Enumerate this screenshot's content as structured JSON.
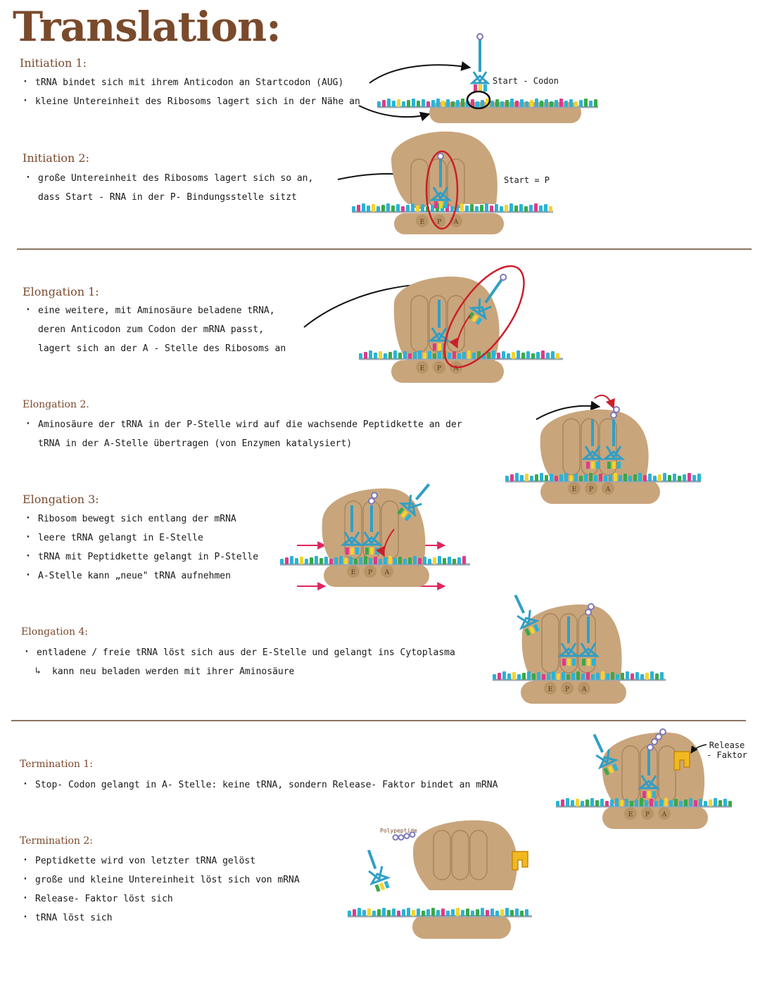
{
  "title": "Translation:",
  "sections": {
    "init1": {
      "heading": "Initiation 1:",
      "items": [
        "tRNA bindet sich mit ihrem Anticodon an Startcodon (AUG)",
        "kleine Untereinheit des Ribosoms lagert sich in der Nähe an"
      ]
    },
    "init2": {
      "heading": "Initiation 2:",
      "items": [
        "große Untereinheit des Ribosoms lagert sich so an,",
        "dass Start - RNA in der P- Bindungsstelle sitzt"
      ]
    },
    "elong1": {
      "heading": "Elongation 1:",
      "items": [
        "eine weitere, mit Aminosäure beladene tRNA,",
        "deren Anticodon zum Codon der mRNA passt,",
        "lagert sich an der A - Stelle des Ribosoms an"
      ]
    },
    "elong2": {
      "heading": "Elongation 2.",
      "items": [
        "Aminosäure der tRNA in der P-Stelle wird auf die wachsende Peptidkette an der",
        "tRNA in der A-Stelle übertragen (von Enzymen katalysiert)"
      ]
    },
    "elong3": {
      "heading": "Elongation 3:",
      "items": [
        "Ribosom bewegt sich entlang der mRNA",
        "leere tRNA gelangt in E-Stelle",
        "tRNA mit Peptidkette gelangt in P-Stelle",
        "A-Stelle kann „neue\" tRNA aufnehmen"
      ]
    },
    "elong4": {
      "heading": "Elongation 4:",
      "items": [
        "entladene / freie tRNA löst sich aus der E-Stelle und gelangt ins Cytoplasma",
        "kann neu beladen werden mit ihrer Aminosäure"
      ]
    },
    "term1": {
      "heading": "Termination 1:",
      "items": [
        "Stop- Codon gelangt in A- Stelle: keine tRNA, sondern Release- Faktor bindet an mRNA"
      ]
    },
    "term2": {
      "heading": "Termination 2:",
      "items": [
        "Peptidkette wird von letzter tRNA gelöst",
        "große und kleine Untereinheit löst sich von mRNA",
        "Release- Faktor löst sich",
        "tRNA löst sich"
      ]
    }
  },
  "labels": {
    "start_codon": "Start - Codon",
    "start_p": "Start = P",
    "release_factor": "Release - Faktor",
    "site_e": "E",
    "site_p": "P",
    "site_a": "A",
    "polypeptide": "Polypeptide"
  },
  "colors": {
    "ribosome": "#c9a57c",
    "ribosome_dark": "#a9865e",
    "trna": "#2f9fc6",
    "highlight": "#cc1f2a",
    "heading": "#7a4a2c",
    "release_factor": "#f2b81f"
  }
}
